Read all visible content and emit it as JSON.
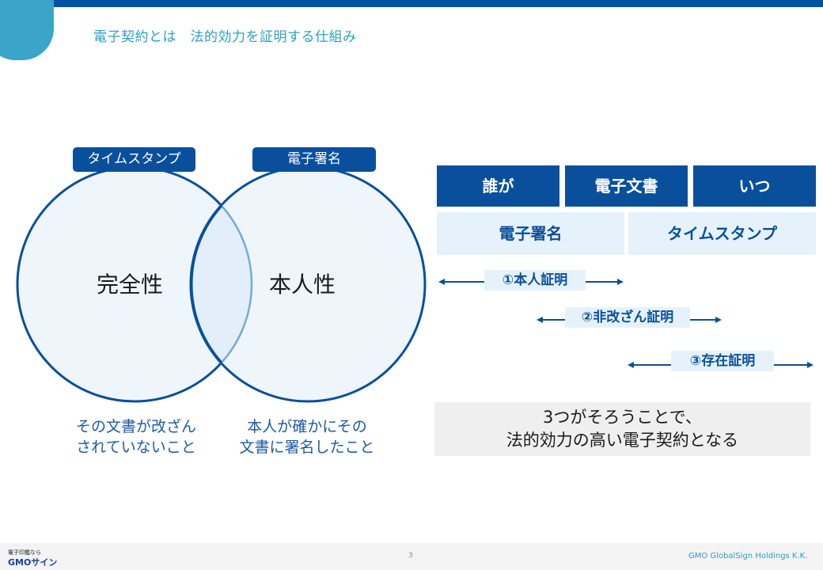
{
  "header": {
    "title": "電子契約とは　法的効力を証明する仕組み"
  },
  "venn": {
    "left_tag": "タイムスタンプ",
    "right_tag": "電子署名",
    "left_label": "完全性",
    "right_label": "本人性",
    "left_caption_line1": "その文書が改ざん",
    "left_caption_line2": "されていないこと",
    "right_caption_line1": "本人が確かにその",
    "right_caption_line2": "文書に署名したこと"
  },
  "table": {
    "col1": "誰が",
    "col2": "電子文書",
    "col3": "いつ",
    "sub1": "電子署名",
    "sub2": "タイムスタンプ"
  },
  "proofs": {
    "p1": "①本人証明",
    "p2": "②非改ざん証明",
    "p3": "③存在証明"
  },
  "summary": {
    "line1": "3つがそろうことで、",
    "line2": "法的効力の高い電子契約となる"
  },
  "footer": {
    "logo_tagline": "電子印鑑なら",
    "logo_name": "GMOサイン",
    "page_number": "3",
    "company": "GMO GlobalSign Holdings K.K."
  },
  "colors": {
    "primary": "#0a4f9b",
    "accent": "#2f9fc2",
    "light_fill": "#e6f2fb"
  }
}
